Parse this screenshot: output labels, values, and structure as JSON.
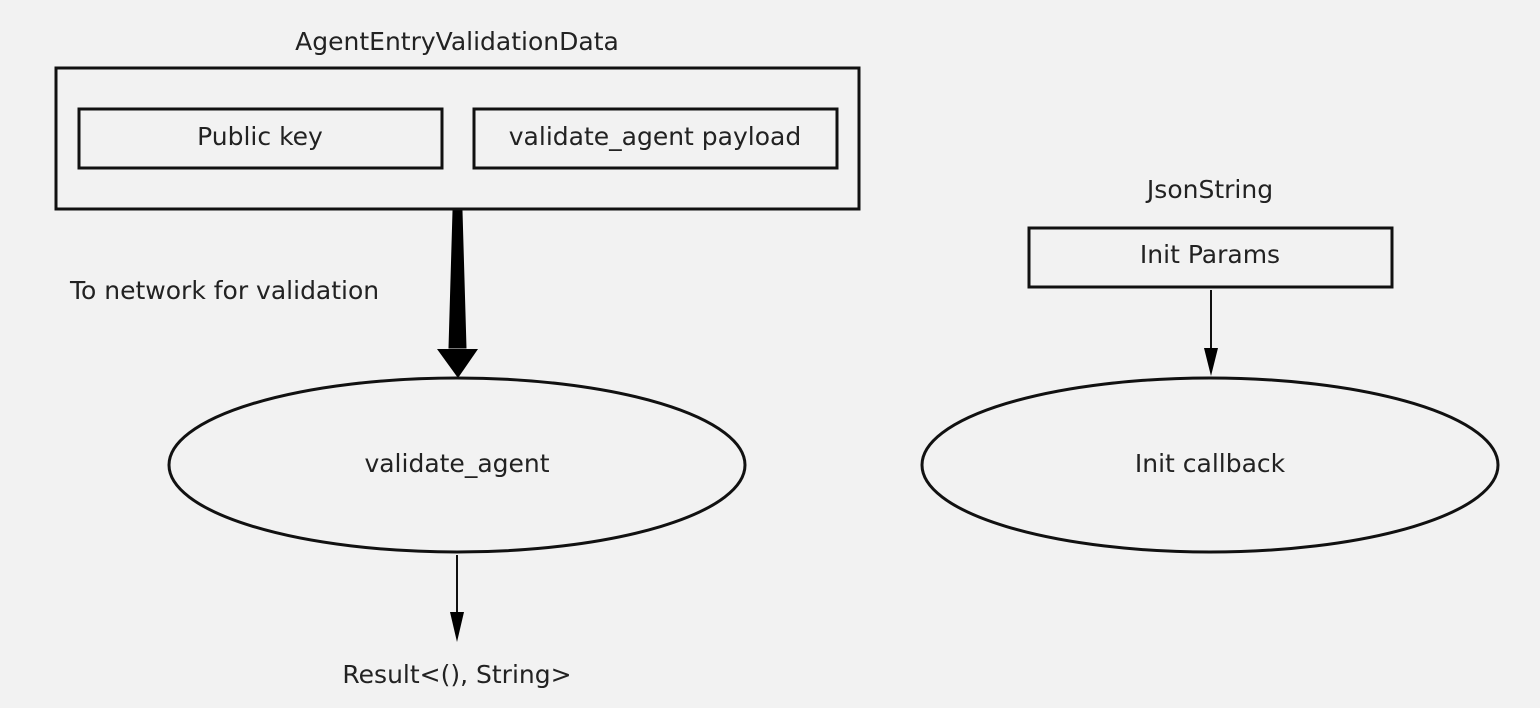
{
  "diagram": {
    "agent_entry": {
      "title": "AgentEntryValidationData",
      "public_key": "Public key",
      "payload": "validate_agent payload"
    },
    "edge_label": "To network for validation",
    "validate_agent": {
      "label": "validate_agent",
      "result": "Result<(), String>"
    },
    "json_string": {
      "title": "JsonString",
      "init_params": "Init Params"
    },
    "init_callback": {
      "label": "Init callback"
    }
  }
}
